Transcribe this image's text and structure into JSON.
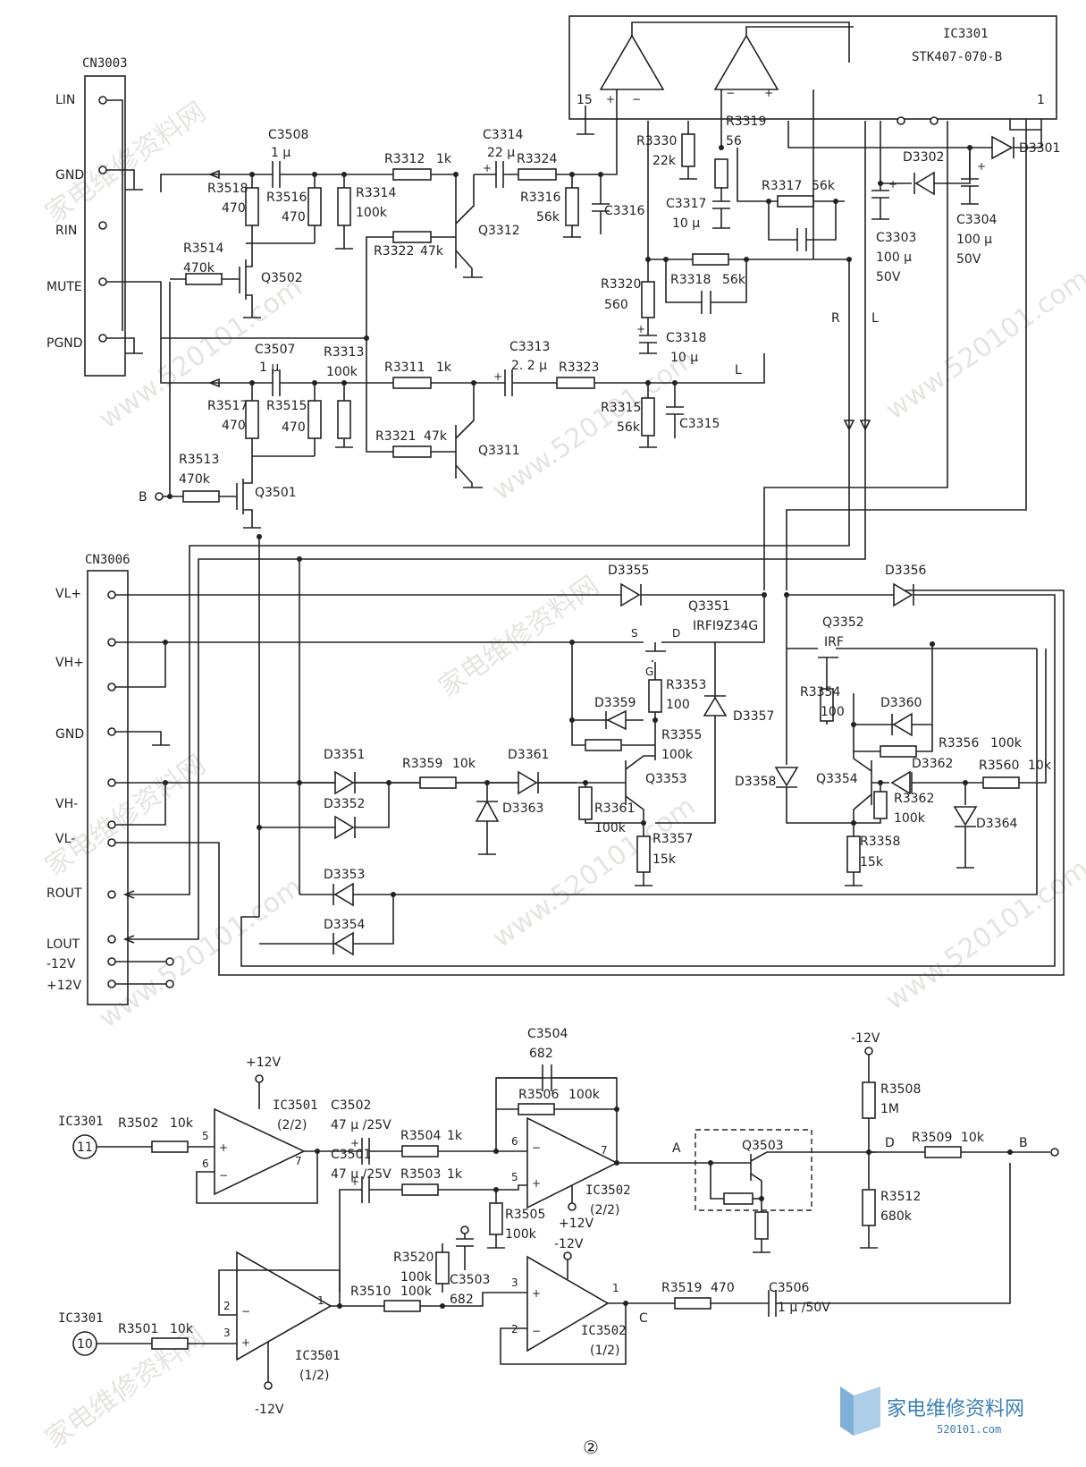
{
  "ic": {
    "ref": "IC3301",
    "part": "STK407-070-B",
    "pin15": "15",
    "pin1": "1"
  },
  "cn3003": {
    "ref": "CN3003",
    "pins": [
      "LIN",
      "GND",
      "RIN",
      "MUTE",
      "PGND"
    ]
  },
  "cn3006": {
    "ref": "CN3006",
    "pins": [
      "VL+",
      "VH+",
      "GND",
      "VH-",
      "VL-",
      "ROUT",
      "LOUT",
      "-12V",
      "+12V"
    ]
  },
  "labels": {
    "c3508": "C3508",
    "c3508v": "1 μ",
    "r3518": "R3518",
    "r3518v": "470",
    "r3516": "R3516",
    "r3516v": "470",
    "r3314": "R3314",
    "r3314v": "100k",
    "r3312": "R3312",
    "r3312v": "1k",
    "c3314": "C3314",
    "c3314v": "22 μ",
    "r3324": "R3324",
    "r3316": "R3316",
    "r3316v": "56k",
    "c3316": "C3316",
    "r3322": "R3322",
    "r3322v": "47k",
    "q3312": "Q3312",
    "r3514": "R3514",
    "r3514v": "470k",
    "q3502": "Q3502",
    "c3507": "C3507",
    "c3507v": "1 μ",
    "r3313": "R3313",
    "r3313v": "100k",
    "r3517": "R3517",
    "r3517v": "470",
    "r3515": "R3515",
    "r3515v": "470",
    "r3311": "R3311",
    "r3311v": "1k",
    "c3313": "C3313",
    "c3313v": "2. 2 μ",
    "r3323": "R3323",
    "r3315": "R3315",
    "r3315v": "56k",
    "c3315": "C3315",
    "r3321": "R3321",
    "r3321v": "47k",
    "q3311": "Q3311",
    "r3513": "R3513",
    "r3513v": "470k",
    "q3501": "Q3501",
    "nodeB": "B",
    "r3330": "R3330",
    "r3330v": "22k",
    "r3319": "R3319",
    "r3319v": "56",
    "c3317": "C3317",
    "c3317v": "10 μ",
    "r3317": "R3317",
    "r3317v": "56k",
    "r3320": "R3320",
    "r3320v": "560",
    "r3318": "R3318",
    "r3318v": "56k",
    "c3318": "C3318",
    "c3318v": "10 μ",
    "d3302": "D3302",
    "d3301": "D3301",
    "c3303": "C3303",
    "c3303v": "100 μ",
    "c3303w": "50V",
    "c3304": "C3304",
    "c3304v": "100 μ",
    "c3304w": "50V",
    "netR": "R",
    "netL": "L",
    "netL2": "L",
    "d3355": "D3355",
    "d3356": "D3356",
    "q3351": "Q3351",
    "q3351p": "IRFI9Z34G",
    "q3352": "Q3352",
    "q3352p": "IRF",
    "s": "S",
    "d": "D",
    "g": "G",
    "r3353": "R3353",
    "r3353v": "100",
    "d3359": "D3359",
    "r3355": "R3355",
    "r3355v": "100k",
    "d3357": "D3357",
    "r3354": "R3354",
    "r3354v": "100",
    "d3360": "D3360",
    "r3356": "R3356",
    "r3356v": "100k",
    "d3351": "D3351",
    "d3352": "D3352",
    "r3359": "R3359",
    "r3359v": "10k",
    "d3361": "D3361",
    "d3363": "D3363",
    "q3353": "Q3353",
    "r3361": "R3361",
    "r3361v": "100k",
    "r3357": "R3357",
    "r3357v": "15k",
    "d3358": "D3358",
    "q3354": "Q3354",
    "d3362": "D3362",
    "r3560": "R3560",
    "r3560v": "10k",
    "r3362": "R3362",
    "r3362v": "100k",
    "d3364": "D3364",
    "r3358": "R3358",
    "r3358v": "15k",
    "d3353": "D3353",
    "d3354": "D3354",
    "c3504": "C3504",
    "c3504v": "682",
    "r3506": "R3506",
    "r3506v": "100k",
    "plus12": "+12V",
    "minus12": "-12V",
    "ic3501a": "IC3501",
    "ic3501a_s": "(2/2)",
    "ic3501b": "IC3501",
    "ic3501b_s": "(1/2)",
    "ic3502a": "IC3502",
    "ic3502a_s": "(2/2)",
    "ic3502b": "IC3502",
    "ic3502b_s": "(1/2)",
    "c3502": "C3502",
    "c3502v": "47 μ /25V",
    "c3501": "C3501",
    "c3501v": "47 μ /25V",
    "r3504": "R3504",
    "r3504v": "1k",
    "r3503": "R3503",
    "r3503v": "1k",
    "r3505": "R3505",
    "r3505v": "100k",
    "r3520": "R3520",
    "r3520v": "100k",
    "c3503": "C3503",
    "c3503v": "682",
    "r3510": "R3510",
    "r3510v": "100k",
    "r3502": "R3502",
    "r3502v": "10k",
    "r3501": "R3501",
    "r3501v": "10k",
    "ic3301in": "IC3301",
    "pin11": "11",
    "pin10": "10",
    "p5": "5",
    "p6": "6",
    "p7": "7",
    "p1": "1",
    "p2": "2",
    "p3": "3",
    "nodeA": "A",
    "nodeC": "C",
    "nodeD": "D",
    "nodeB2": "B",
    "q3503": "Q3503",
    "r3508": "R3508",
    "r3508v": "1M",
    "r3512": "R3512",
    "r3512v": "680k",
    "r3509": "R3509",
    "r3509v": "10k",
    "r3519": "R3519",
    "r3519v": "470",
    "c3506": "C3506",
    "c3506v": "1 μ /50V",
    "figure": "②",
    "logo": "家电维修资料网",
    "logo_url": "520101.com"
  },
  "watermark": [
    "www.520101.com",
    "家电维修资料网"
  ]
}
